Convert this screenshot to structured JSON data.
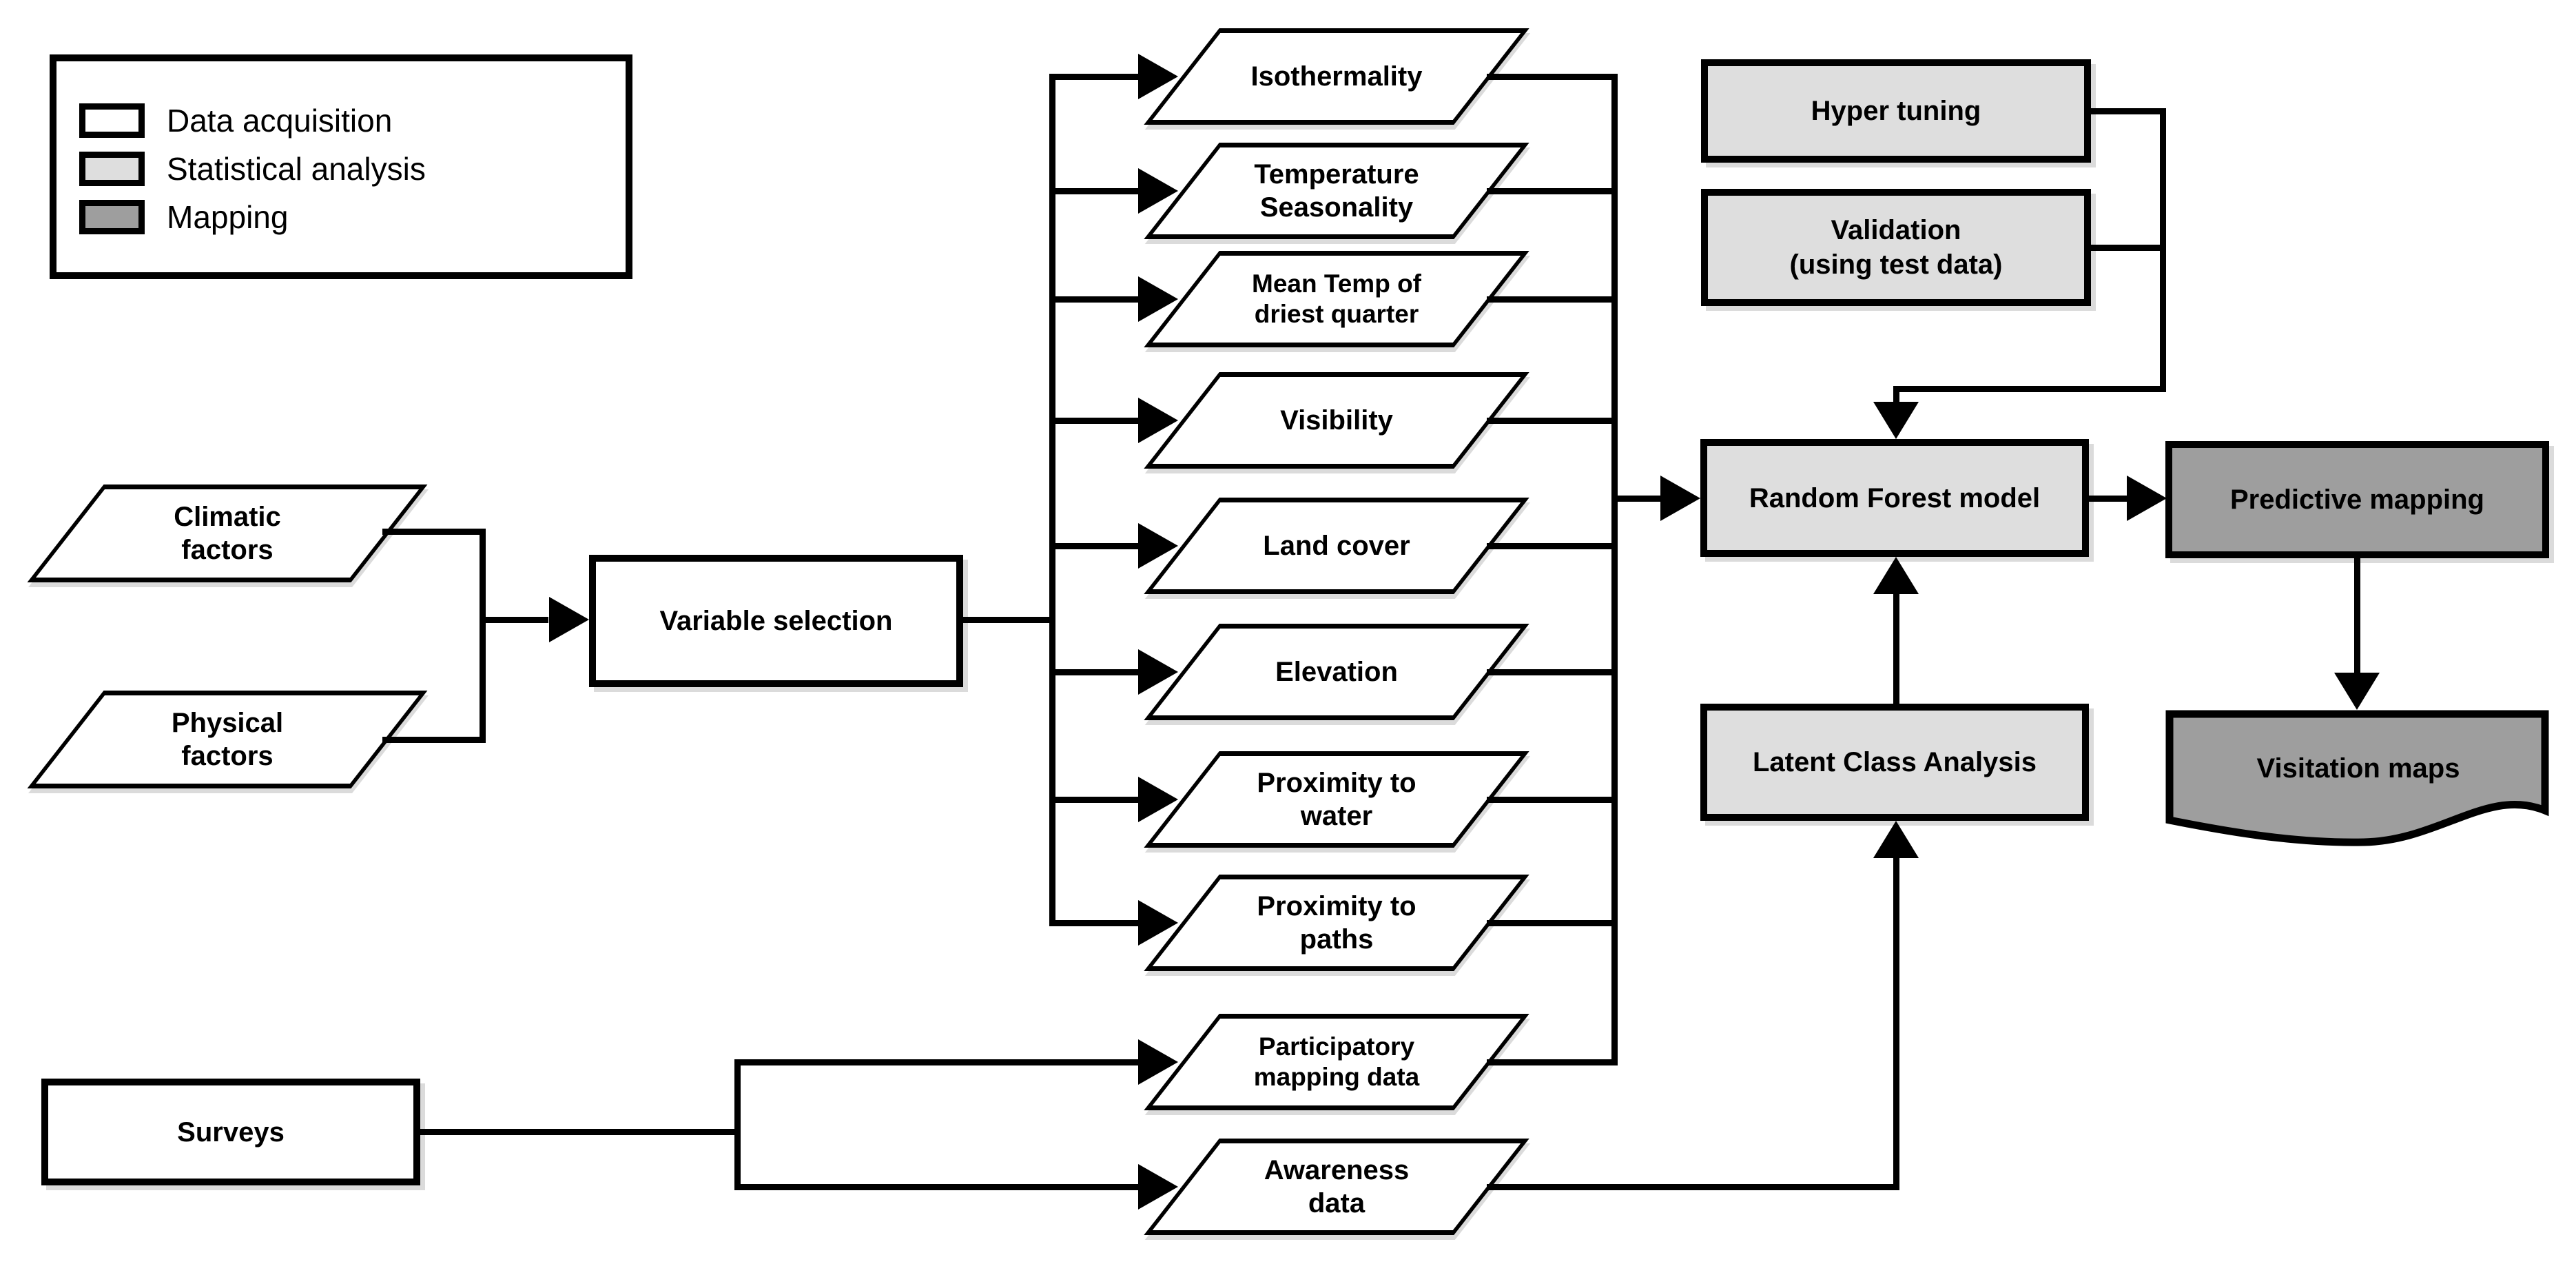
{
  "legend": {
    "items": [
      {
        "label": "Data acquisition",
        "color": "#ffffff"
      },
      {
        "label": "Statistical analysis",
        "color": "#dedede"
      },
      {
        "label": "Mapping",
        "color": "#9e9e9e"
      }
    ]
  },
  "colors": {
    "white": "#ffffff",
    "statistical": "#dedede",
    "mapping": "#9e9e9e",
    "line": "#000000"
  },
  "nodes": {
    "climatic": {
      "label": "Climatic\nfactors"
    },
    "physical": {
      "label": "Physical\nfactors"
    },
    "variable_selection": {
      "label": "Variable selection"
    },
    "surveys": {
      "label": "Surveys"
    },
    "variables": [
      {
        "label": "Isothermality"
      },
      {
        "label": "Temperature\nSeasonality"
      },
      {
        "label": "Mean Temp of\ndriest quarter"
      },
      {
        "label": "Visibility"
      },
      {
        "label": "Land cover"
      },
      {
        "label": "Elevation"
      },
      {
        "label": "Proximity to\nwater"
      },
      {
        "label": "Proximity to\npaths"
      },
      {
        "label": "Participatory\nmapping data"
      },
      {
        "label": "Awareness\ndata"
      }
    ],
    "hyper_tuning": {
      "label": "Hyper tuning"
    },
    "validation": {
      "label": "Validation\n(using test data)"
    },
    "random_forest": {
      "label": "Random Forest model"
    },
    "latent_class": {
      "label": "Latent Class Analysis"
    },
    "predictive_mapping": {
      "label": "Predictive mapping"
    },
    "visitation_maps": {
      "label": "Visitation maps"
    }
  }
}
